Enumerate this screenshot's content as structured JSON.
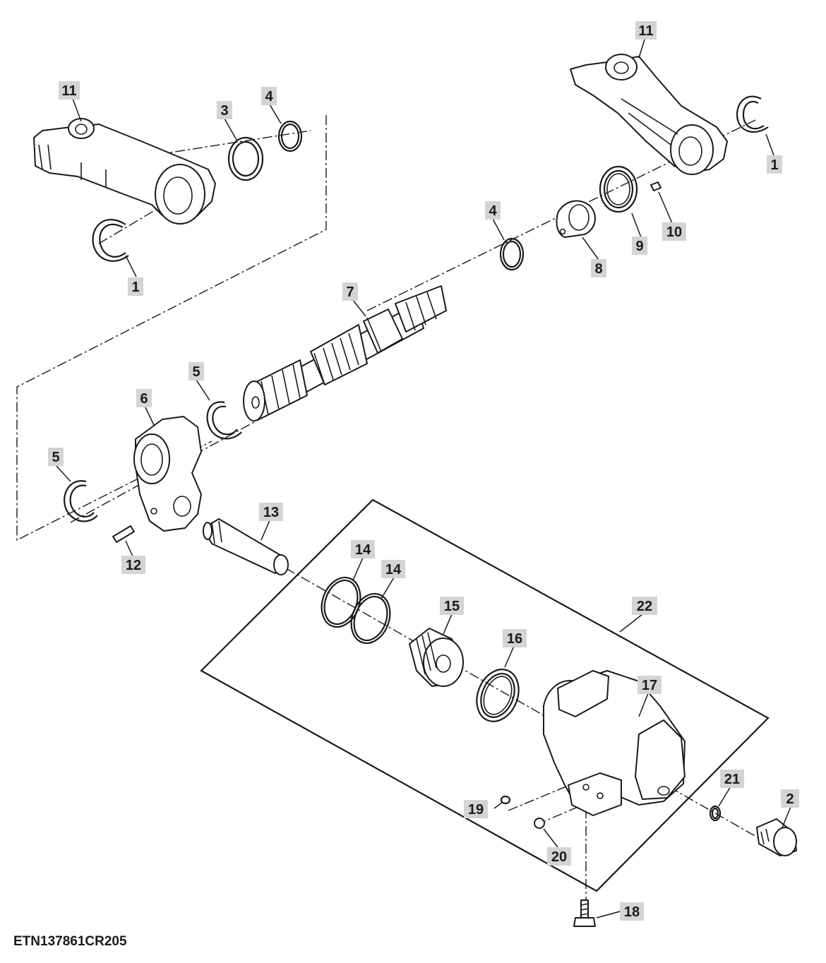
{
  "figure_id": "ETN137861CR205",
  "callouts": [
    {
      "id": "c1a",
      "label": "1"
    },
    {
      "id": "c1b",
      "label": "1"
    },
    {
      "id": "c2",
      "label": "2"
    },
    {
      "id": "c3",
      "label": "3"
    },
    {
      "id": "c4a",
      "label": "4"
    },
    {
      "id": "c4b",
      "label": "4"
    },
    {
      "id": "c5a",
      "label": "5"
    },
    {
      "id": "c5b",
      "label": "5"
    },
    {
      "id": "c6",
      "label": "6"
    },
    {
      "id": "c7",
      "label": "7"
    },
    {
      "id": "c8",
      "label": "8"
    },
    {
      "id": "c9",
      "label": "9"
    },
    {
      "id": "c10",
      "label": "10"
    },
    {
      "id": "c11a",
      "label": "11"
    },
    {
      "id": "c11b",
      "label": "11"
    },
    {
      "id": "c12",
      "label": "12"
    },
    {
      "id": "c13",
      "label": "13"
    },
    {
      "id": "c14a",
      "label": "14"
    },
    {
      "id": "c14b",
      "label": "14"
    },
    {
      "id": "c15",
      "label": "15"
    },
    {
      "id": "c16",
      "label": "16"
    },
    {
      "id": "c17",
      "label": "17"
    },
    {
      "id": "c18",
      "label": "18"
    },
    {
      "id": "c19",
      "label": "19"
    },
    {
      "id": "c20",
      "label": "20"
    },
    {
      "id": "c21",
      "label": "21"
    },
    {
      "id": "c22",
      "label": "22"
    }
  ]
}
